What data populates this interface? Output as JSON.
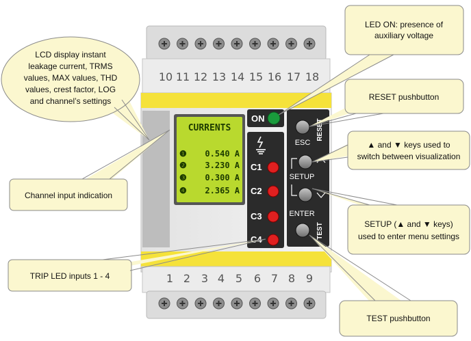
{
  "terminals": {
    "top_numbers": [
      "10",
      "11",
      "12",
      "13",
      "14",
      "15",
      "16",
      "17",
      "18"
    ],
    "bottom_numbers": [
      "1",
      "2",
      "3",
      "4",
      "5",
      "6",
      "7",
      "8",
      "9"
    ]
  },
  "device": {
    "on_label": "ON",
    "lcd_title": "CURRENTS",
    "lcd_rows": [
      {
        "index": "❶",
        "value": "0.540 A"
      },
      {
        "index": "❷",
        "value": "3.230 A"
      },
      {
        "index": "❸",
        "value": "0.300 A"
      },
      {
        "index": "❹",
        "value": "2.365 A"
      }
    ],
    "channel_labels": [
      "C1",
      "C2",
      "C3",
      "C4"
    ],
    "esc_label": "ESC",
    "reset_label": "RESET",
    "setup_label": "SETUP",
    "enter_label": "ENTER",
    "test_label": "TEST",
    "colors": {
      "yellow": "#f5e23a",
      "lcd": "#b9d92e",
      "led_on": "#1a9a3c",
      "led_trip": "#e02020",
      "panel": "#2b2b2b",
      "callout_fill": "#fbf7cf"
    }
  },
  "callouts": {
    "lcd": [
      "LCD display instant",
      "leakage current, TRMS",
      "values, MAX values, THD",
      "values, crest factor, LOG",
      "and channel’s settings"
    ],
    "channel_input": [
      "Channel input indication"
    ],
    "trip_led": [
      "TRIP LED inputs 1 - 4"
    ],
    "led_on": [
      "LED ON: presence of",
      "auxiliary voltage"
    ],
    "reset": [
      "RESET pushbutton"
    ],
    "keys": [
      "▲ and ▼  keys used to",
      "switch between visualization"
    ],
    "setup": [
      "SETUP (▲ and ▼  keys)",
      "used to enter menu settings"
    ],
    "test": [
      "TEST pushbutton"
    ]
  }
}
